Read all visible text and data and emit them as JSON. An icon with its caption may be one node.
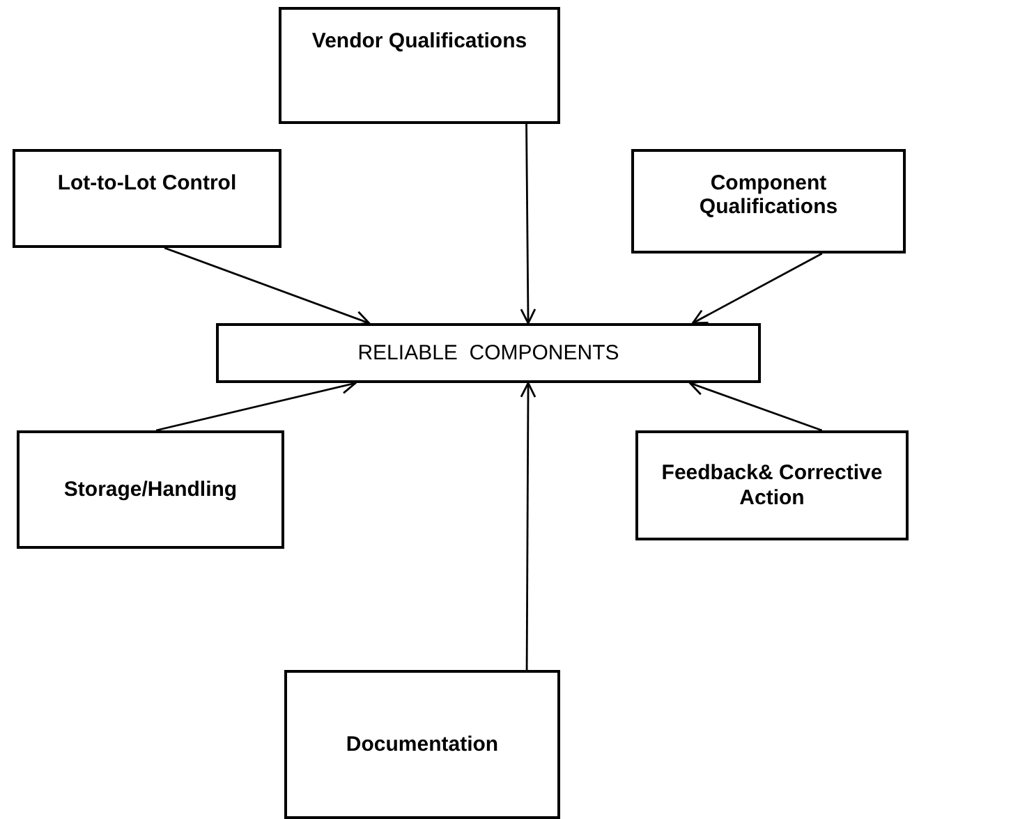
{
  "diagram": {
    "nodes": [
      {
        "text": [
          "Vendor Qualifications"
        ]
      },
      {
        "text": [
          "Lot-to-Lot Control"
        ]
      },
      {
        "text": [
          "Component Qualifications"
        ]
      },
      {
        "text": [
          "RELIABLE  COMPONENTS"
        ]
      },
      {
        "text": [
          "Storage/Handling"
        ]
      },
      {
        "text": [
          "Feedback& Corrective Action"
        ]
      },
      {
        "text": [
          "Documentation"
        ]
      }
    ],
    "edges": [
      {
        "from": 0,
        "to": 3,
        "arrow": "to"
      },
      {
        "from": 1,
        "to": 3,
        "arrow": "to"
      },
      {
        "from": 2,
        "to": 3,
        "arrow": "to"
      },
      {
        "from": 4,
        "to": 3,
        "arrow": "to"
      },
      {
        "from": 5,
        "to": 3,
        "arrow": "to"
      },
      {
        "from": 6,
        "to": 3,
        "arrow": "to"
      }
    ]
  }
}
